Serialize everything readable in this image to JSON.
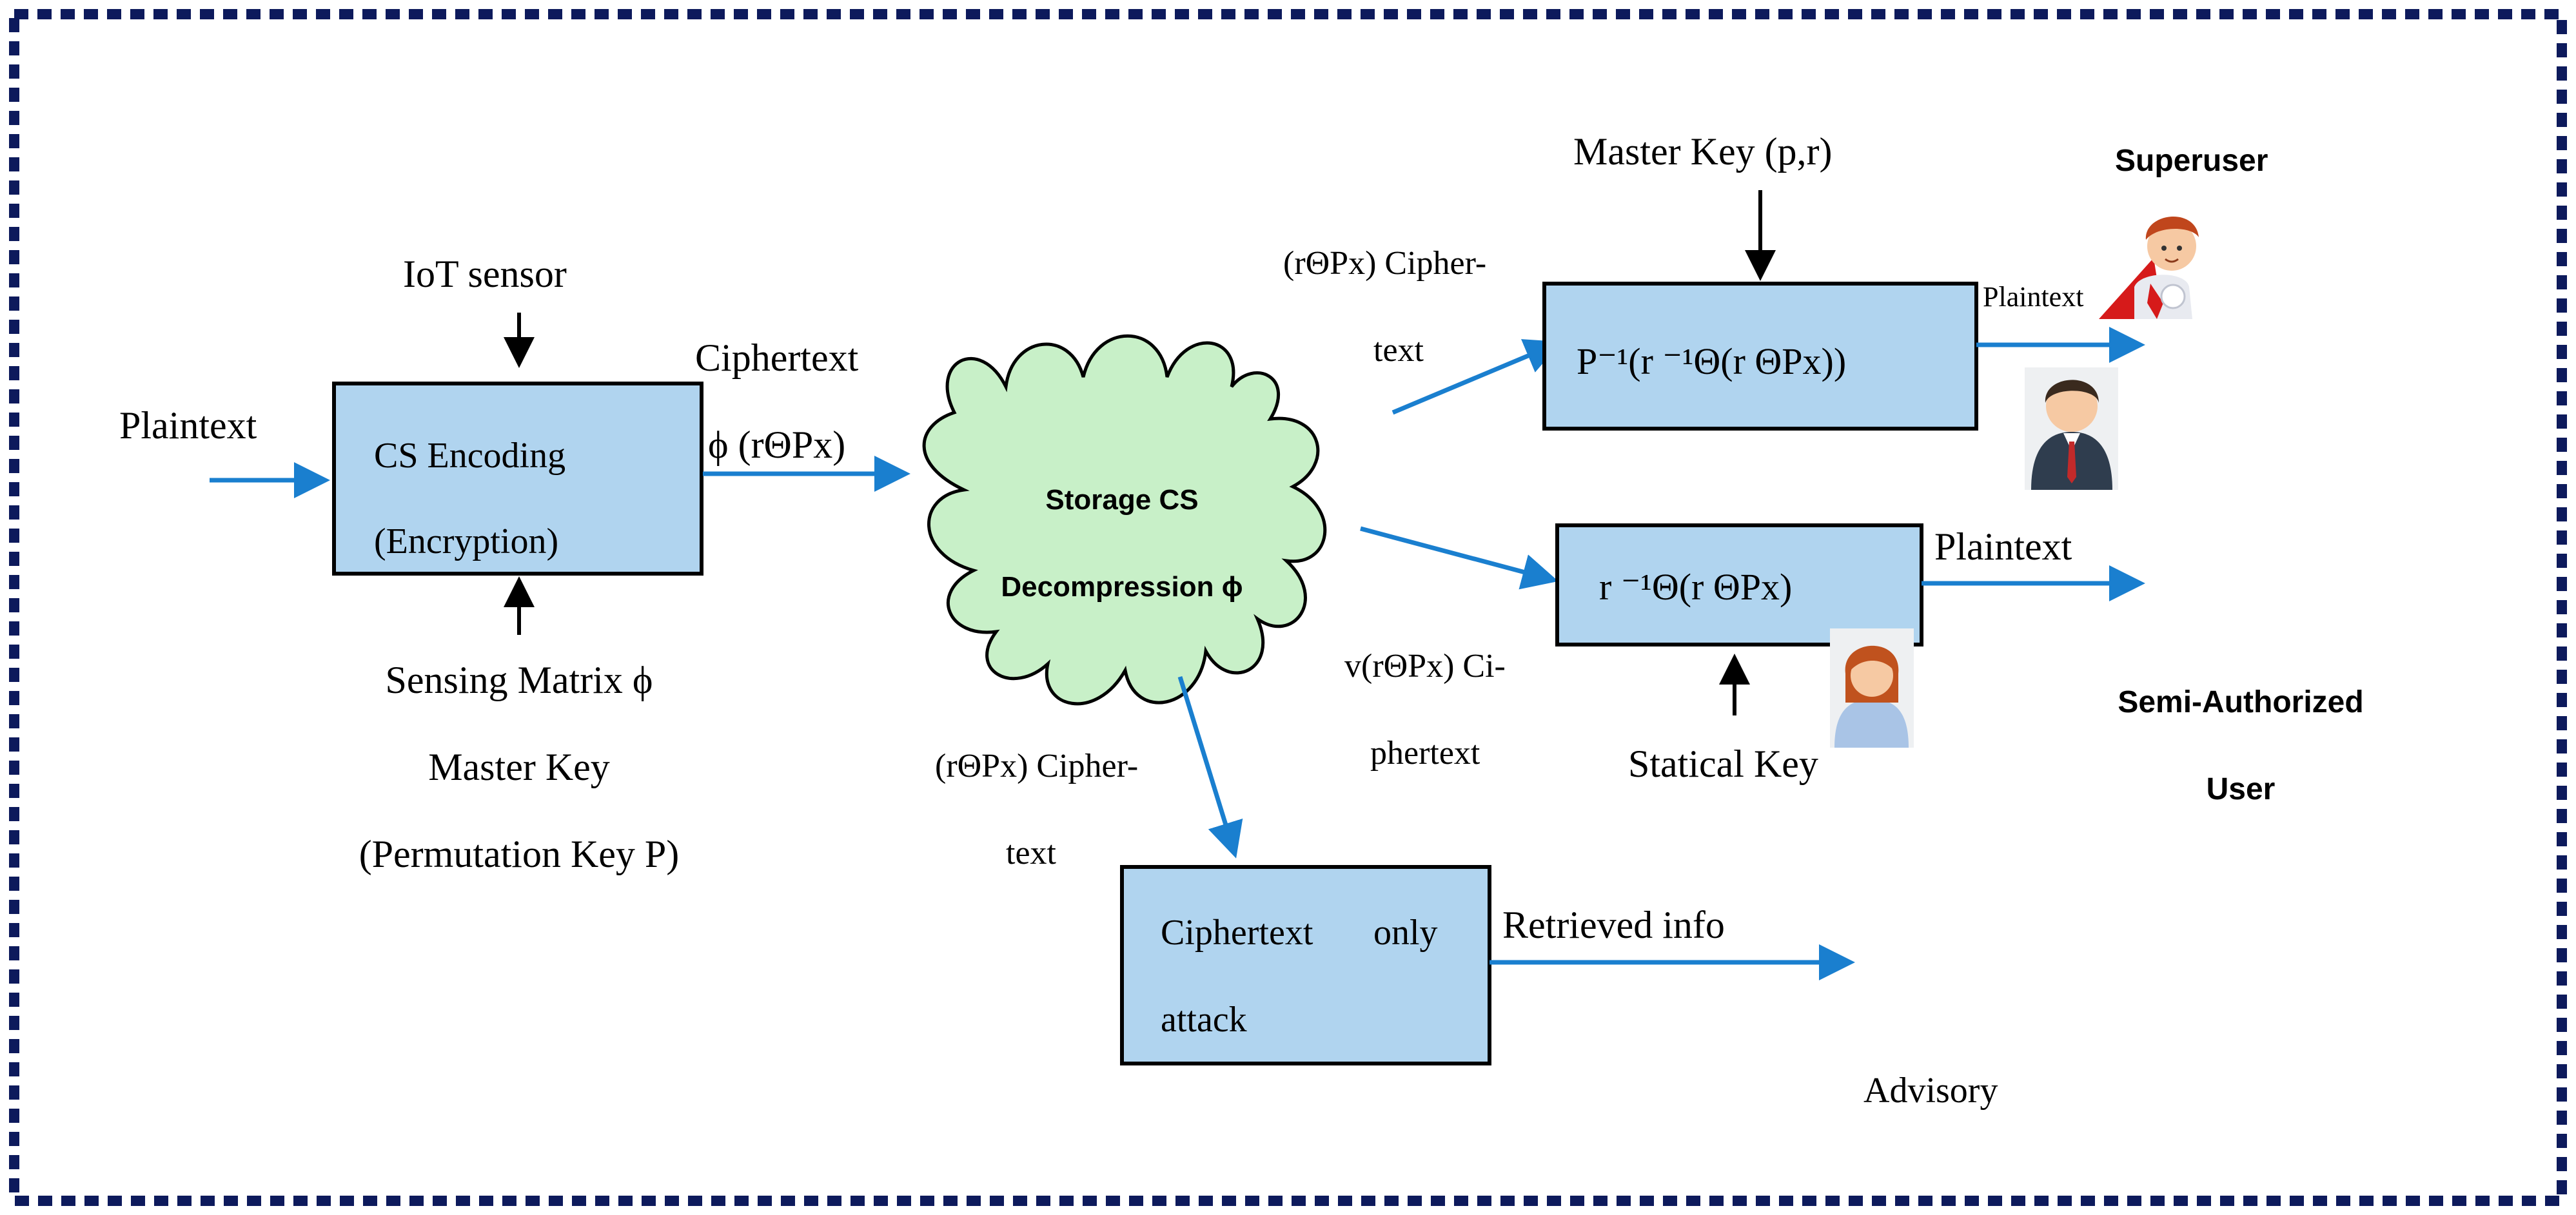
{
  "colors": {
    "box_fill": "#b0d4ef",
    "cloud_fill": "#c8f0c8",
    "arrow_blue": "#1a7fcf",
    "border_navy": "#0d1a5c"
  },
  "encoder": {
    "input_label": "Plaintext",
    "top_input": "IoT sensor",
    "box_line1": "CS Encoding",
    "box_line2": "(Encryption)",
    "bottom_line1": "Sensing Matrix ϕ",
    "bottom_line2": "Master Key",
    "bottom_line3": "(Permutation Key P)",
    "output_line1": "Ciphertext",
    "output_line2": "ϕ (rΘPx)"
  },
  "cloud": {
    "line1": "Storage CS",
    "line2": "Decompression ϕ"
  },
  "superuser_path": {
    "edge_line1": "(rΘPx) Cipher-",
    "edge_line2": "text",
    "key_label": "Master Key (p,r)",
    "box_text": "P⁻¹(r ⁻¹Θ(r ΘPx))",
    "output_label": "Plaintext",
    "role_label": "Superuser"
  },
  "semi_path": {
    "box_text": "r ⁻¹Θ(r ΘPx)",
    "output_label": "Plaintext",
    "edge_line1": "v(rΘPx) Ci-",
    "edge_line2": "phertext",
    "key_label": "Statical Key",
    "role_line1": "Semi-Authorized",
    "role_line2": "User"
  },
  "attack_path": {
    "edge_line1": "(rΘPx) Cipher-",
    "edge_line2": "text",
    "box_line1_a": "Ciphertext",
    "box_line1_b": "only",
    "box_line2": "attack",
    "output_label": "Retrieved info",
    "role_label": "Advisory"
  }
}
